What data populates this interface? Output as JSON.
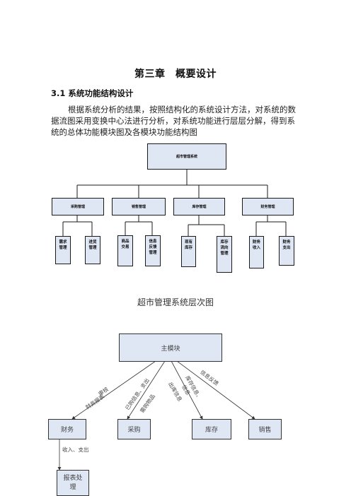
{
  "document": {
    "chapter_title": "第三章　概要设计",
    "section_title": "3.1  系统功能结构设计",
    "paragraph": "根据系统分析的结果，按照结构化的系统设计方法，对系统的数据流图采用变换中心法进行分析，对系统功能进行层层分解，得到系统的总体功能模块图及各模块功能结构图",
    "caption": "超市管理系统层次图"
  },
  "hierarchy": {
    "root": "超市管理系统",
    "modules": [
      {
        "name": "采购管理",
        "children": [
          "需求管理",
          "进货管理"
        ]
      },
      {
        "name": "销售管理",
        "children": [
          "商品交易",
          "信息反馈管理"
        ]
      },
      {
        "name": "库存管理",
        "children": [
          "现有库存",
          "库存流向管理"
        ]
      },
      {
        "name": "财务管理",
        "children": [
          "财务收入",
          "财务支出"
        ]
      }
    ]
  },
  "dataflow": {
    "main": "主模块",
    "modules": [
      "财务",
      "采购",
      "库存",
      "销售"
    ],
    "report": "报表处理",
    "labels": {
      "finance_in": "审核",
      "finance_out": "财务报表",
      "purchase_in": "已购信息、支出",
      "purchase_out": "需购物品",
      "stock_in": "库存信息、",
      "stock_mid": "信息",
      "stock_out": "出库信息",
      "sales_in": "信息反馈",
      "report_flow": "收入、支出"
    }
  }
}
